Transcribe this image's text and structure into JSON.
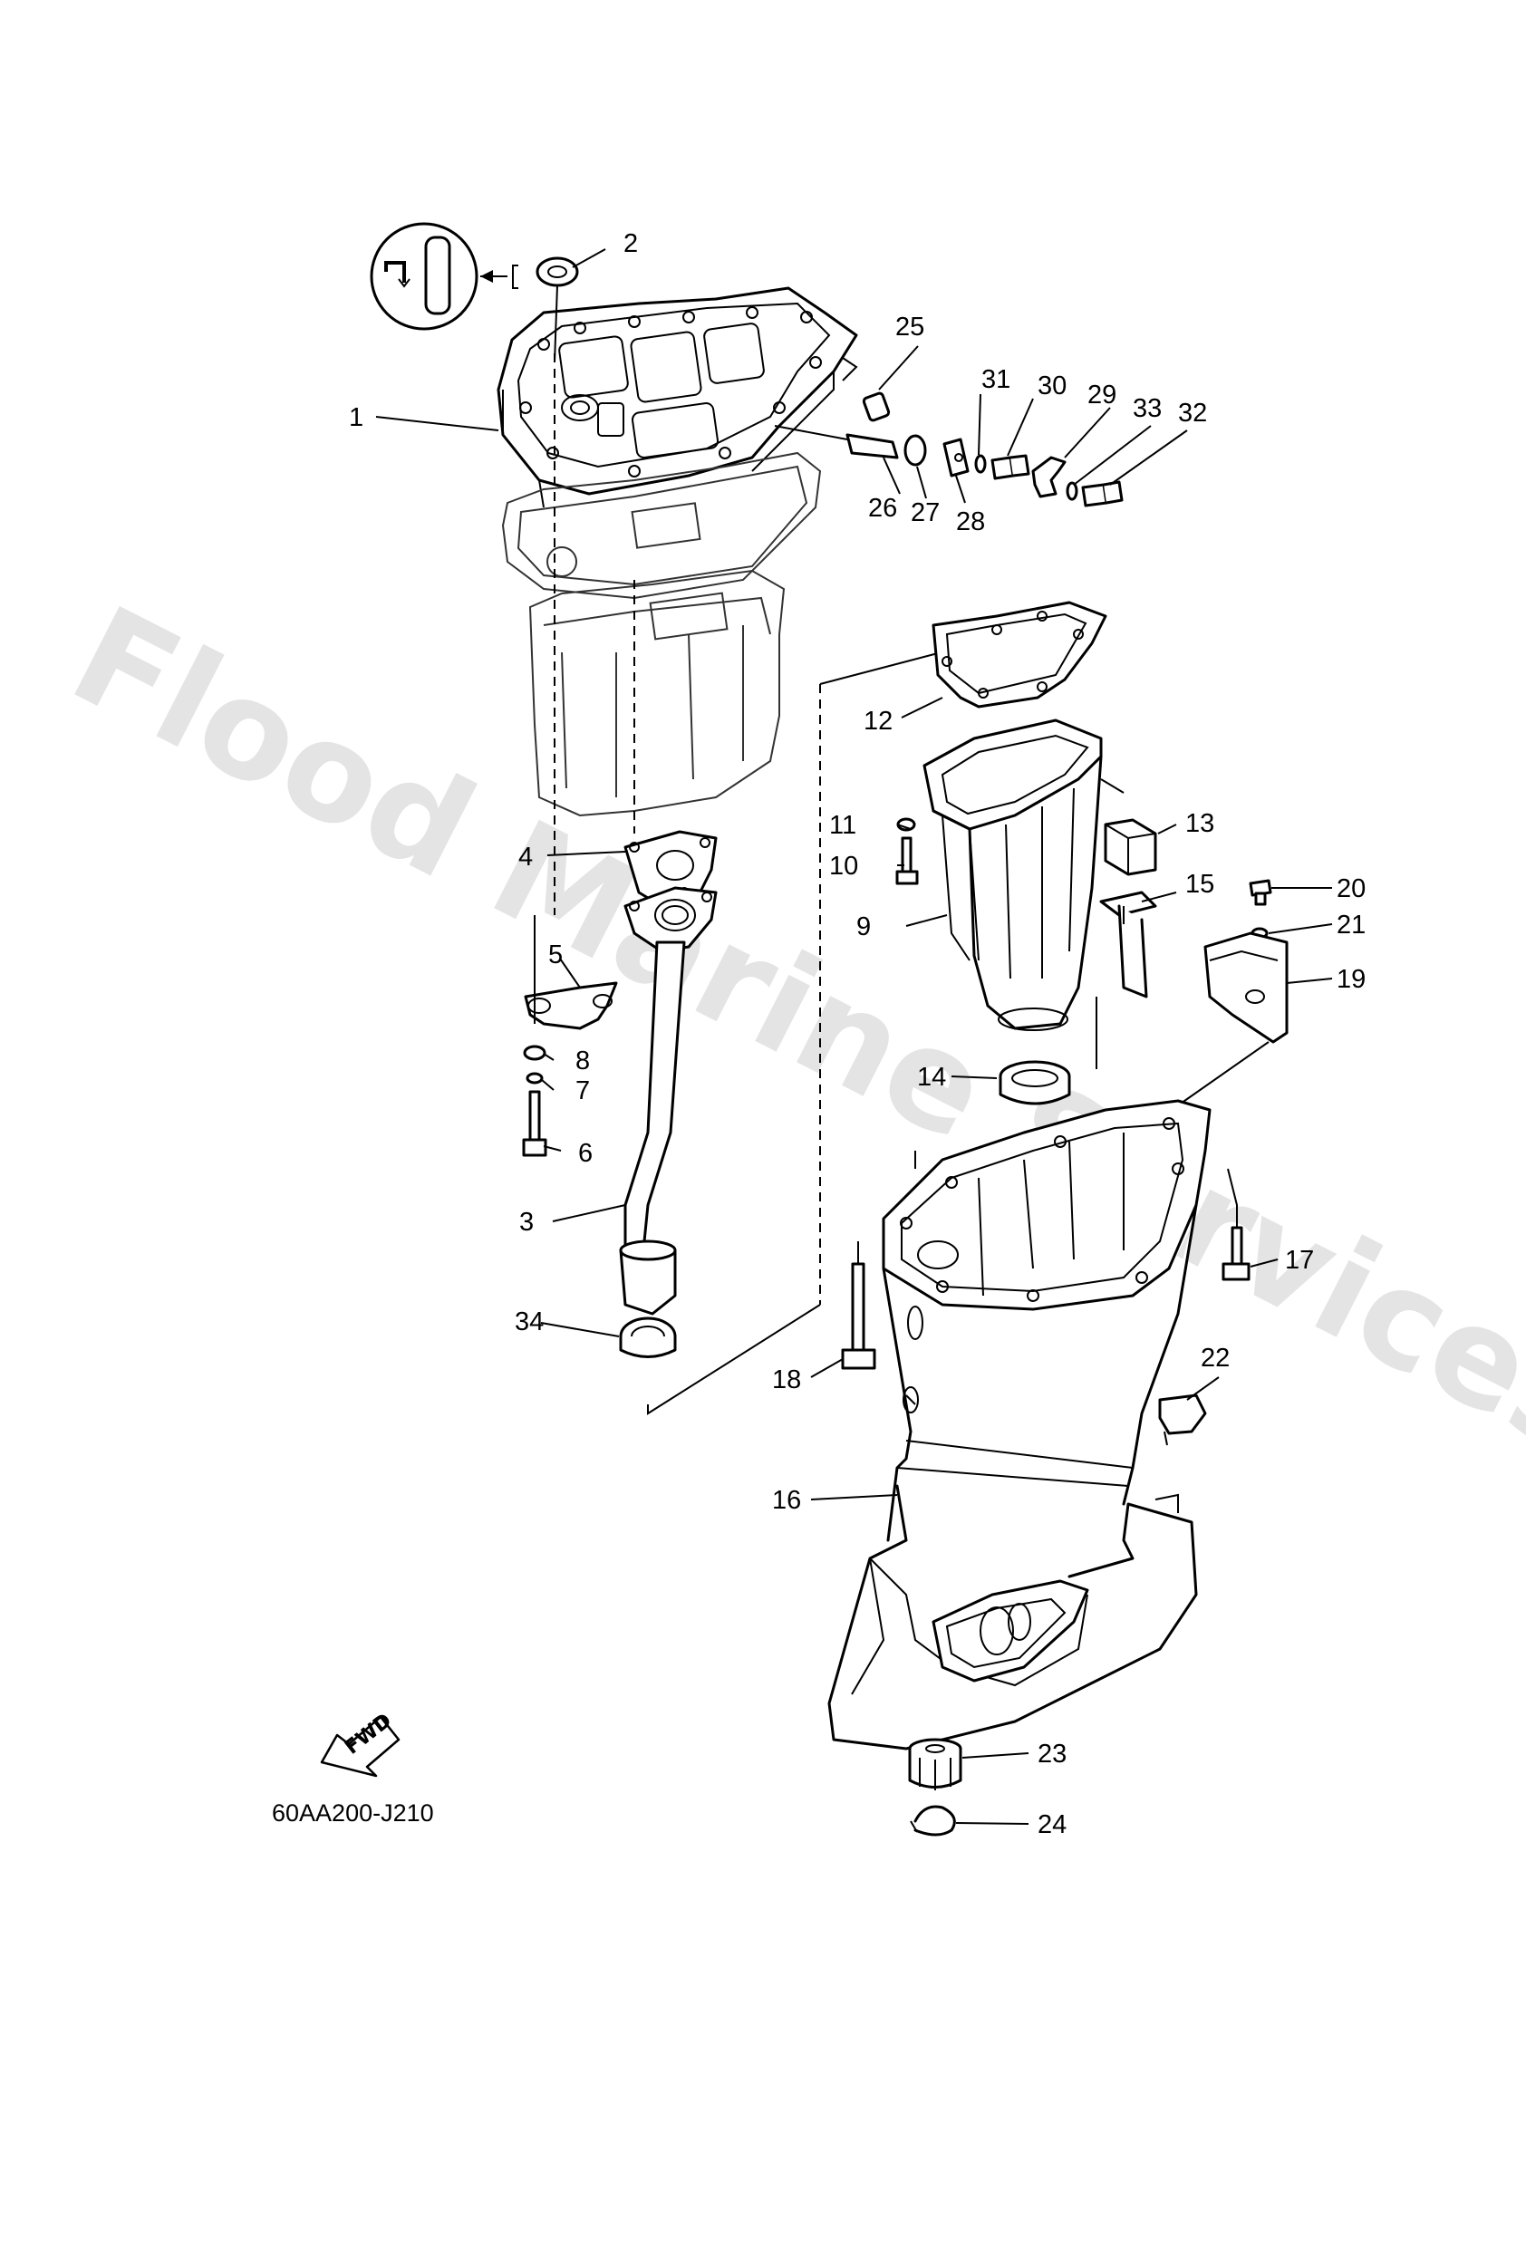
{
  "watermark": "Flood Marine Services",
  "diagram_code": "60AA200-J210",
  "fwd_label": "FWD",
  "callouts": [
    {
      "id": "1",
      "label": "1"
    },
    {
      "id": "2",
      "label": "2"
    },
    {
      "id": "3",
      "label": "3"
    },
    {
      "id": "4",
      "label": "4"
    },
    {
      "id": "5",
      "label": "5"
    },
    {
      "id": "6",
      "label": "6"
    },
    {
      "id": "7",
      "label": "7"
    },
    {
      "id": "8",
      "label": "8"
    },
    {
      "id": "9",
      "label": "9"
    },
    {
      "id": "10",
      "label": "10"
    },
    {
      "id": "11",
      "label": "11"
    },
    {
      "id": "12",
      "label": "12"
    },
    {
      "id": "13",
      "label": "13"
    },
    {
      "id": "14",
      "label": "14"
    },
    {
      "id": "15",
      "label": "15"
    },
    {
      "id": "16",
      "label": "16"
    },
    {
      "id": "17",
      "label": "17"
    },
    {
      "id": "18",
      "label": "18"
    },
    {
      "id": "19",
      "label": "19"
    },
    {
      "id": "20",
      "label": "20"
    },
    {
      "id": "21",
      "label": "21"
    },
    {
      "id": "22",
      "label": "22"
    },
    {
      "id": "23",
      "label": "23"
    },
    {
      "id": "24",
      "label": "24"
    },
    {
      "id": "25",
      "label": "25"
    },
    {
      "id": "26",
      "label": "26"
    },
    {
      "id": "27",
      "label": "27"
    },
    {
      "id": "28",
      "label": "28"
    },
    {
      "id": "29",
      "label": "29"
    },
    {
      "id": "30",
      "label": "30"
    },
    {
      "id": "31",
      "label": "31"
    },
    {
      "id": "32",
      "label": "32"
    },
    {
      "id": "33",
      "label": "33"
    },
    {
      "id": "34",
      "label": "34"
    }
  ]
}
